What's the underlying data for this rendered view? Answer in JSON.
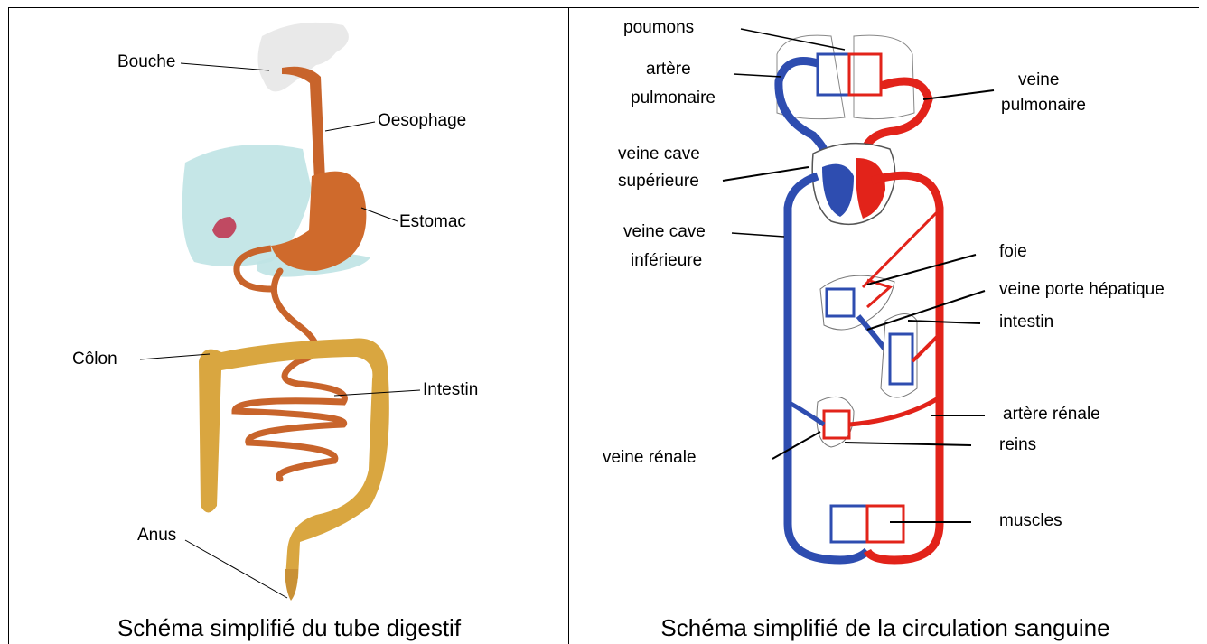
{
  "digestive": {
    "caption": "Schéma simplifié du tube digestif",
    "labels": {
      "bouche": "Bouche",
      "oesophage": "Oesophage",
      "estomac": "Estomac",
      "colon": "Côlon",
      "intestin": "Intestin",
      "anus": "Anus"
    }
  },
  "circulation": {
    "caption": "Schéma simplifié de la circulation sanguine",
    "labels": {
      "poumons": "poumons",
      "artere_pulm_1": "artère",
      "artere_pulm_2": "pulmonaire",
      "veine_pulm_1": "veine",
      "veine_pulm_2": "pulmonaire",
      "vc_sup_1": "veine cave",
      "vc_sup_2": "supérieure",
      "vc_inf_1": "veine cave",
      "vc_inf_2": "inférieure",
      "foie": "foie",
      "veine_porte": "veine porte hépatique",
      "intestin": "intestin",
      "artere_renale": "artère rénale",
      "reins": "reins",
      "veine_renale": "veine rénale",
      "muscles": "muscles"
    }
  },
  "colors": {
    "blood_red": "#e2231a",
    "blood_blue": "#2e4db0",
    "digestive_orange": "#c8642b",
    "colon_yellow": "#d9a640",
    "liver_teal": "#bfe3e4"
  }
}
